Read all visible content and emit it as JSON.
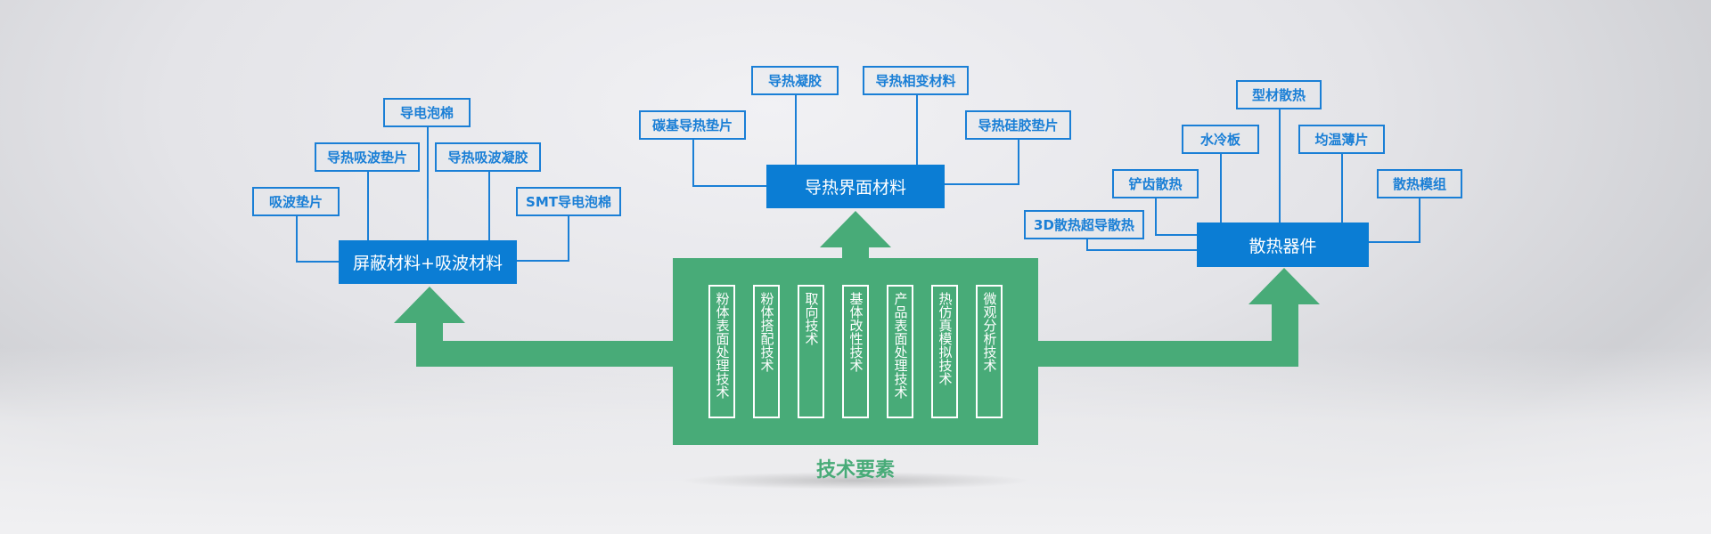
{
  "left_group": {
    "title": "屏蔽材料+吸波材料",
    "items": [
      "吸波垫片",
      "导热吸波垫片",
      "导电泡棉",
      "导热吸波凝胶",
      "SMT导电泡棉"
    ]
  },
  "center_group": {
    "title": "导热界面材料",
    "items": [
      "碳基导热垫片",
      "导热凝胶",
      "导热相变材料",
      "导热硅胶垫片"
    ]
  },
  "right_group": {
    "title": "散热器件",
    "items": [
      "3D散热超导散热",
      "铲齿散热",
      "水冷板",
      "型材散热",
      "均温薄片",
      "散热模组"
    ]
  },
  "tech": {
    "label": "技术要素",
    "items": [
      "粉体表面处理技术",
      "粉体搭配技术",
      "取向技术",
      "基体改性技术",
      "产品表面处理技术",
      "热仿真模拟技术",
      "微观分析技术"
    ]
  },
  "colors": {
    "blue": "#0b7dd4",
    "green": "#48ab78"
  }
}
